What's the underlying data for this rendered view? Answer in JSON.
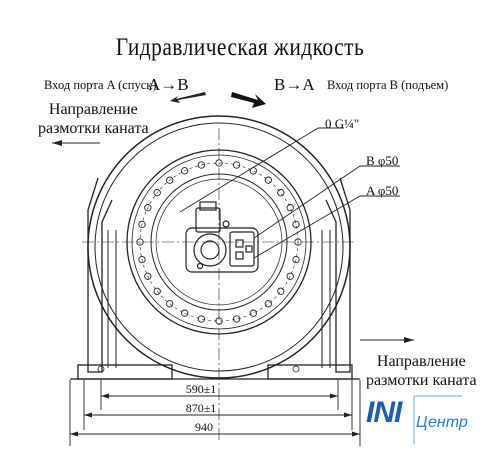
{
  "title": "Гидравлическая жидкость",
  "port_a": {
    "label": "Вход порта A (спуск)",
    "formula": "A→B"
  },
  "port_b": {
    "label": "Вход порта B (подъем)",
    "formula": "B→A"
  },
  "rope_direction_left": {
    "line1": "Направление",
    "line2": "размотки каната"
  },
  "rope_direction_right": {
    "line1": "Направление",
    "line2": "размотки каната"
  },
  "callouts": {
    "drain": "0 G¼\"",
    "port_b": "B φ50",
    "port_a": "A φ50"
  },
  "dimensions": {
    "inner": "590±1",
    "middle": "870±1",
    "overall": "940"
  },
  "logo": {
    "main": "INI",
    "suffix": "Центр",
    "colors": {
      "main": "#1a5fb4",
      "suffix": "#2a7fd4"
    }
  }
}
